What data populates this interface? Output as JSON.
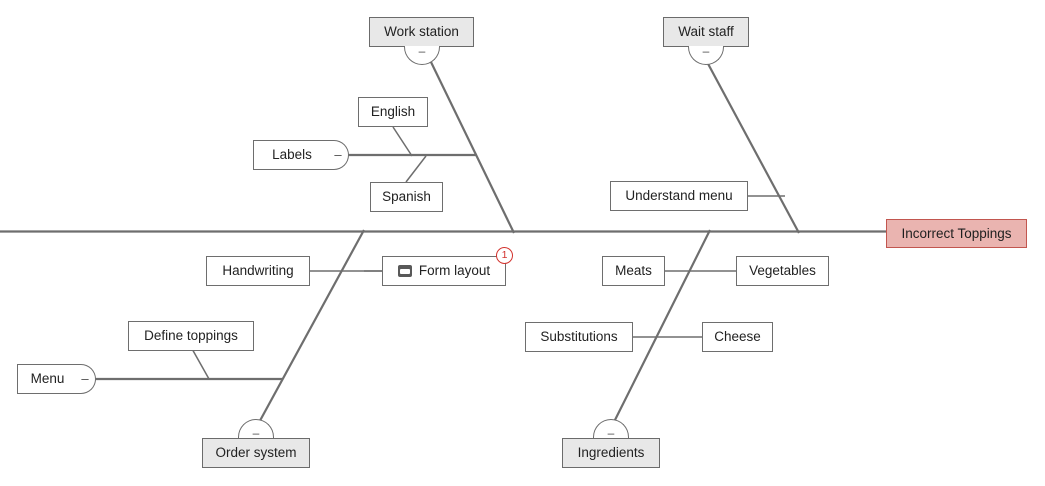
{
  "diagram": {
    "type": "fishbone-ishikawa",
    "title": "Incorrect Toppings",
    "colors": {
      "spine": "#6e6e6e",
      "bone": "#6e6e6e",
      "connector": "#6e6e6e",
      "cause_fill": "#ffffff",
      "cause_border": "#6e6e6e",
      "category_fill": "#e8e8e8",
      "category_border": "#6b6b6b",
      "effect_fill": "#eab4b0",
      "effect_border": "#c2564f",
      "badge": "#d2322d",
      "text": "#222222"
    },
    "collapse_glyph": "–"
  },
  "effect": {
    "label": "Incorrect Toppings"
  },
  "categories": [
    {
      "id": "work-station",
      "label": "Work station",
      "position": "top-left"
    },
    {
      "id": "wait-staff",
      "label": "Wait staff",
      "position": "top-right"
    },
    {
      "id": "order-system",
      "label": "Order system",
      "position": "bottom-left"
    },
    {
      "id": "ingredients",
      "label": "Ingredients",
      "position": "bottom-right"
    }
  ],
  "sub_spines": [
    {
      "id": "labels",
      "label": "Labels"
    },
    {
      "id": "menu",
      "label": "Menu"
    }
  ],
  "causes": [
    {
      "id": "english",
      "label": "English"
    },
    {
      "id": "spanish",
      "label": "Spanish"
    },
    {
      "id": "understand-menu",
      "label": "Understand menu"
    },
    {
      "id": "handwriting",
      "label": "Handwriting"
    },
    {
      "id": "form-layout",
      "label": "Form layout",
      "icon": "note-icon",
      "badge": "1"
    },
    {
      "id": "define-toppings",
      "label": "Define toppings"
    },
    {
      "id": "meats",
      "label": "Meats"
    },
    {
      "id": "vegetables",
      "label": "Vegetables"
    },
    {
      "id": "substitutions",
      "label": "Substitutions"
    },
    {
      "id": "cheese",
      "label": "Cheese"
    }
  ]
}
